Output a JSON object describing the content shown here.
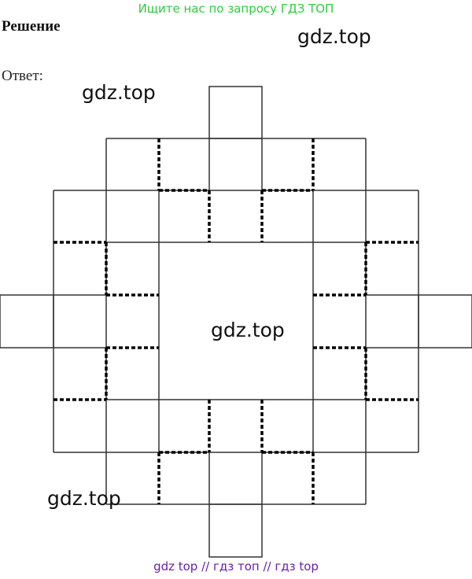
{
  "banner": "Ищите нас по запросу ГДЗ ТОП",
  "heading": "Решение",
  "answer_label": "Ответ:",
  "watermarks": [
    "gdz.top",
    "gdz.top",
    "gdz.top",
    "gdz.top"
  ],
  "footer": "gdz top  //  гдз топ  //  гдз top",
  "colors": {
    "banner": "#2ecc40",
    "footer": "#6a1fa8",
    "lines": "#000000"
  }
}
